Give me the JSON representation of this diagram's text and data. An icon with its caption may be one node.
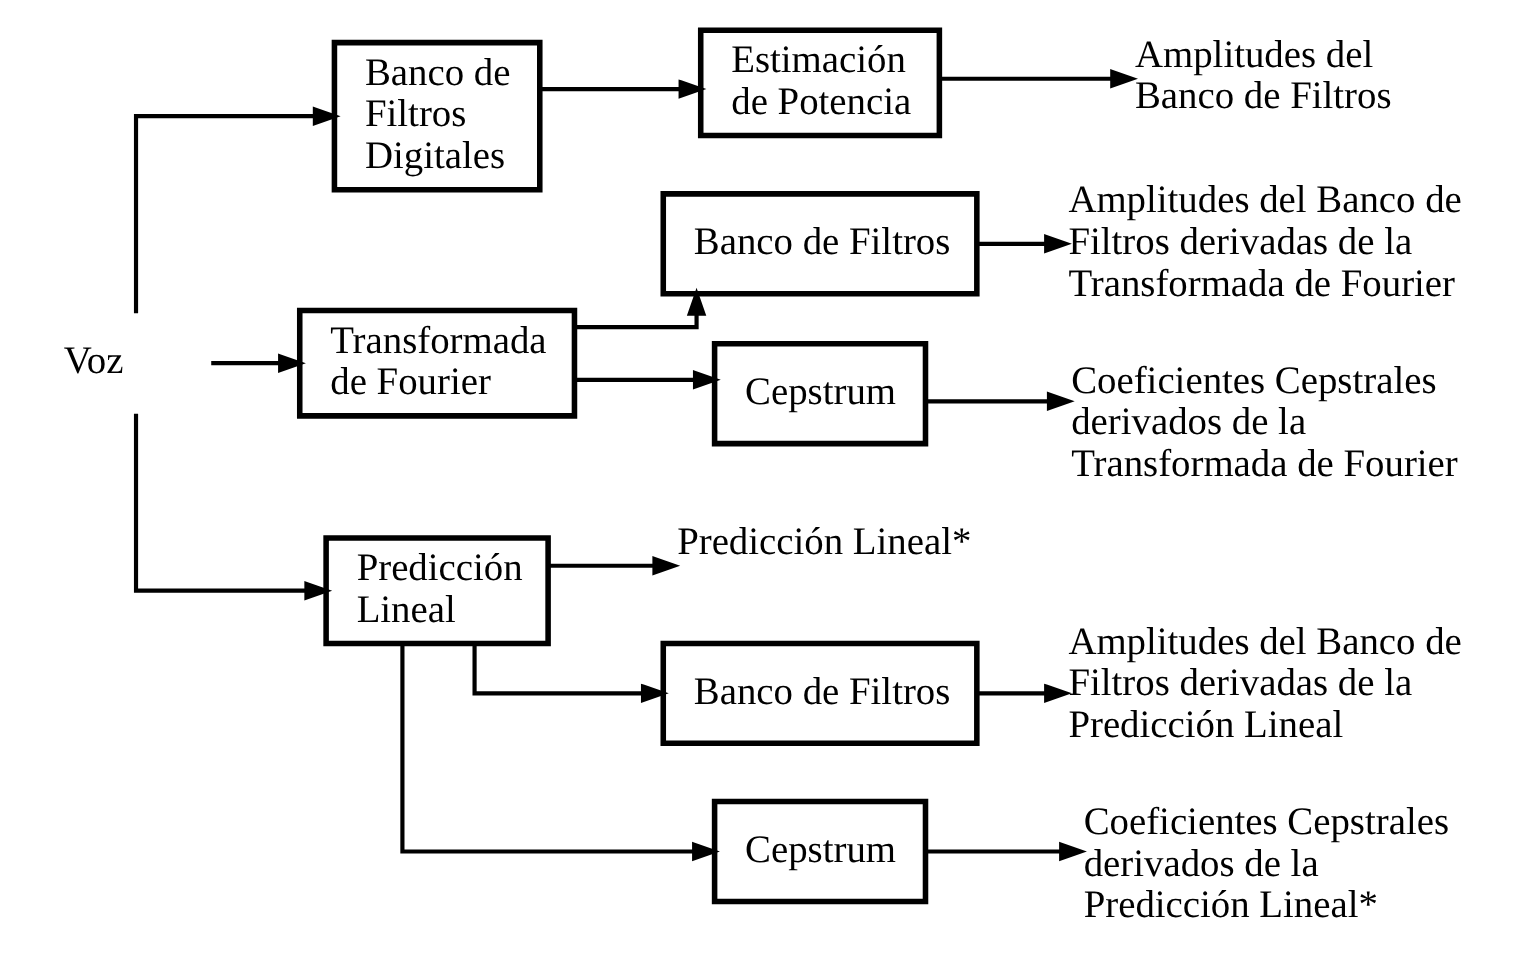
{
  "diagram": {
    "nodes": [
      {
        "text": [
          "Voz"
        ]
      },
      {
        "text": [
          "Banco de Filtros Digitales"
        ]
      },
      {
        "text": [
          "Transformada de Fourier"
        ]
      },
      {
        "text": [
          "Predicción Lineal"
        ]
      },
      {
        "text": [
          "Estimación de Potencia"
        ]
      },
      {
        "text": [
          "Amplitudes del Banco de Filtros"
        ]
      },
      {
        "text": [
          "Banco de Filtros"
        ]
      },
      {
        "text": [
          "Cepstrum"
        ]
      },
      {
        "text": [
          "Amplitudes del Banco de Filtros derivadas de la Transformada de Fourier"
        ]
      },
      {
        "text": [
          "Coeficientes Cepstrales derivados de la Transformada de Fourier"
        ]
      },
      {
        "text": [
          "Predicción Lineal*"
        ]
      },
      {
        "text": [
          "Banco de Filtros"
        ]
      },
      {
        "text": [
          "Cepstrum"
        ]
      },
      {
        "text": [
          "Amplitudes del Banco de Filtros derivadas de la Predicción Lineal"
        ]
      },
      {
        "text": [
          "Coeficientes Cepstrales derivados de la Predicción Lineal*"
        ]
      }
    ],
    "edges": [
      {
        "from": 0,
        "to": 1,
        "arrow": "to"
      },
      {
        "from": 0,
        "to": 2,
        "arrow": "to"
      },
      {
        "from": 0,
        "to": 3,
        "arrow": "to"
      },
      {
        "from": 1,
        "to": 4,
        "arrow": "to"
      },
      {
        "from": 4,
        "to": 5,
        "arrow": "to"
      },
      {
        "from": 2,
        "to": 6,
        "arrow": "to"
      },
      {
        "from": 2,
        "to": 7,
        "arrow": "to"
      },
      {
        "from": 6,
        "to": 8,
        "arrow": "to"
      },
      {
        "from": 7,
        "to": 9,
        "arrow": "to"
      },
      {
        "from": 3,
        "to": 10,
        "arrow": "to"
      },
      {
        "from": 3,
        "to": 11,
        "arrow": "to"
      },
      {
        "from": 3,
        "to": 12,
        "arrow": "to"
      },
      {
        "from": 11,
        "to": 13,
        "arrow": "to"
      },
      {
        "from": 12,
        "to": 14,
        "arrow": "to"
      }
    ]
  }
}
